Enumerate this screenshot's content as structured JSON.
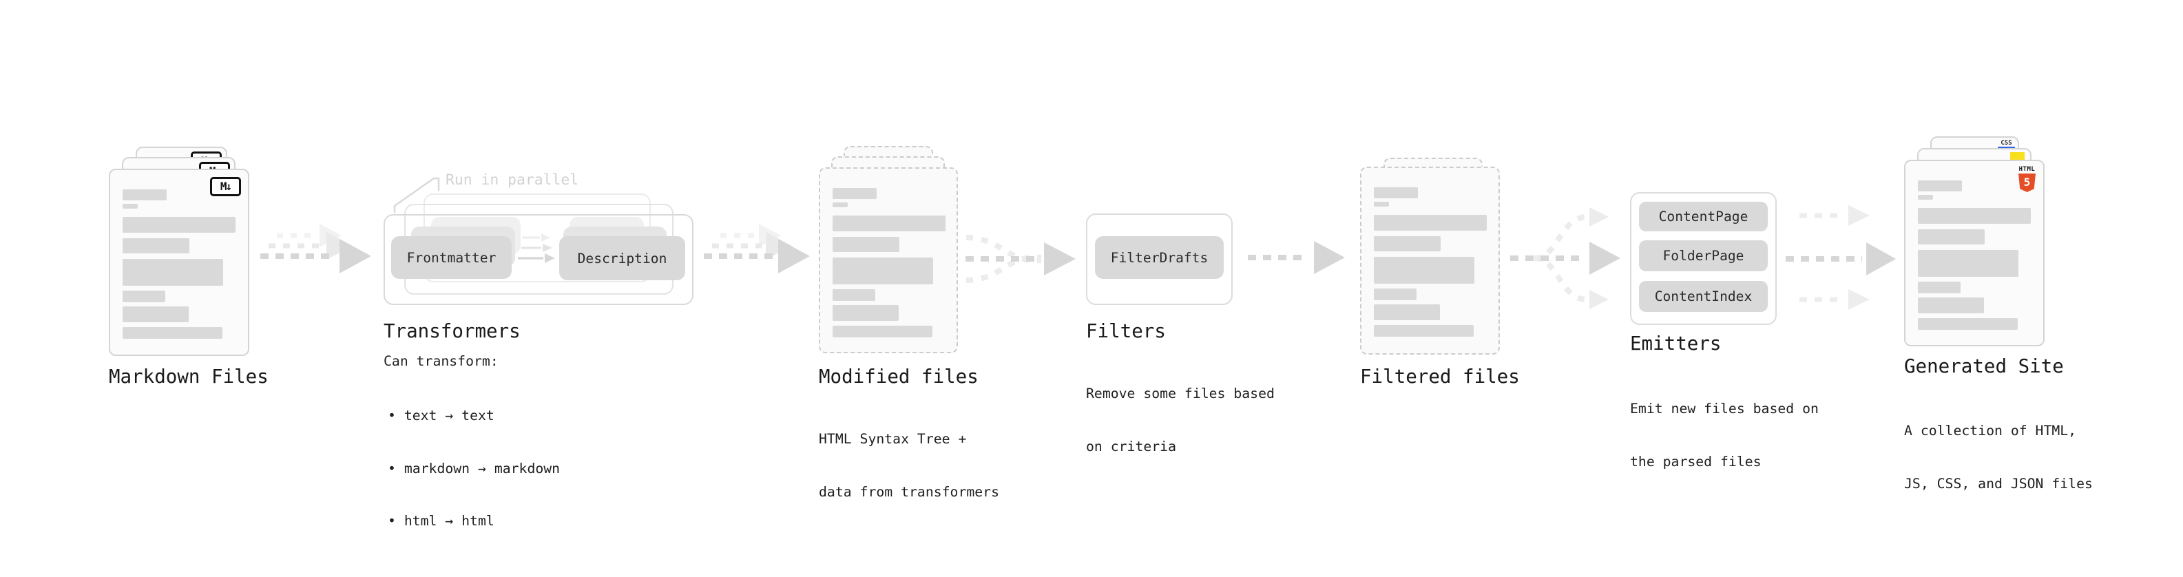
{
  "colors": {
    "html5_orange": "#E44D26",
    "js_yellow": "#F7DF1E",
    "css_blue": "#2F63E8",
    "box_gray": "#d9d9d9",
    "arrow_gray": "#d6d6d6"
  },
  "stages": {
    "markdown_files": {
      "title": "Markdown Files",
      "badge": "M↓"
    },
    "transformers": {
      "title": "Transformers",
      "annotation": "Run in parallel",
      "box_left": "Frontmatter",
      "box_right": "Description",
      "desc_heading": "Can transform:",
      "bullets": [
        "• text → text",
        "• markdown → markdown",
        "• html → html"
      ]
    },
    "modified_files": {
      "title": "Modified files",
      "desc_line1": "HTML Syntax Tree +",
      "desc_line2": "data from transformers"
    },
    "filters": {
      "title": "Filters",
      "box": "FilterDrafts",
      "desc_line1": "Remove some files based",
      "desc_line2": "on criteria"
    },
    "filtered_files": {
      "title": "Filtered files"
    },
    "emitters": {
      "title": "Emitters",
      "boxes": [
        "ContentPage",
        "FolderPage",
        "ContentIndex"
      ],
      "desc_line1": "Emit new files based on",
      "desc_line2": "the parsed files"
    },
    "generated_site": {
      "title": "Generated Site",
      "desc_line1": "A collection of HTML,",
      "desc_line2": "JS, CSS, and JSON files",
      "css_badge": "CSS",
      "html_badge_label": "HTML",
      "html_badge_number": "5"
    }
  }
}
